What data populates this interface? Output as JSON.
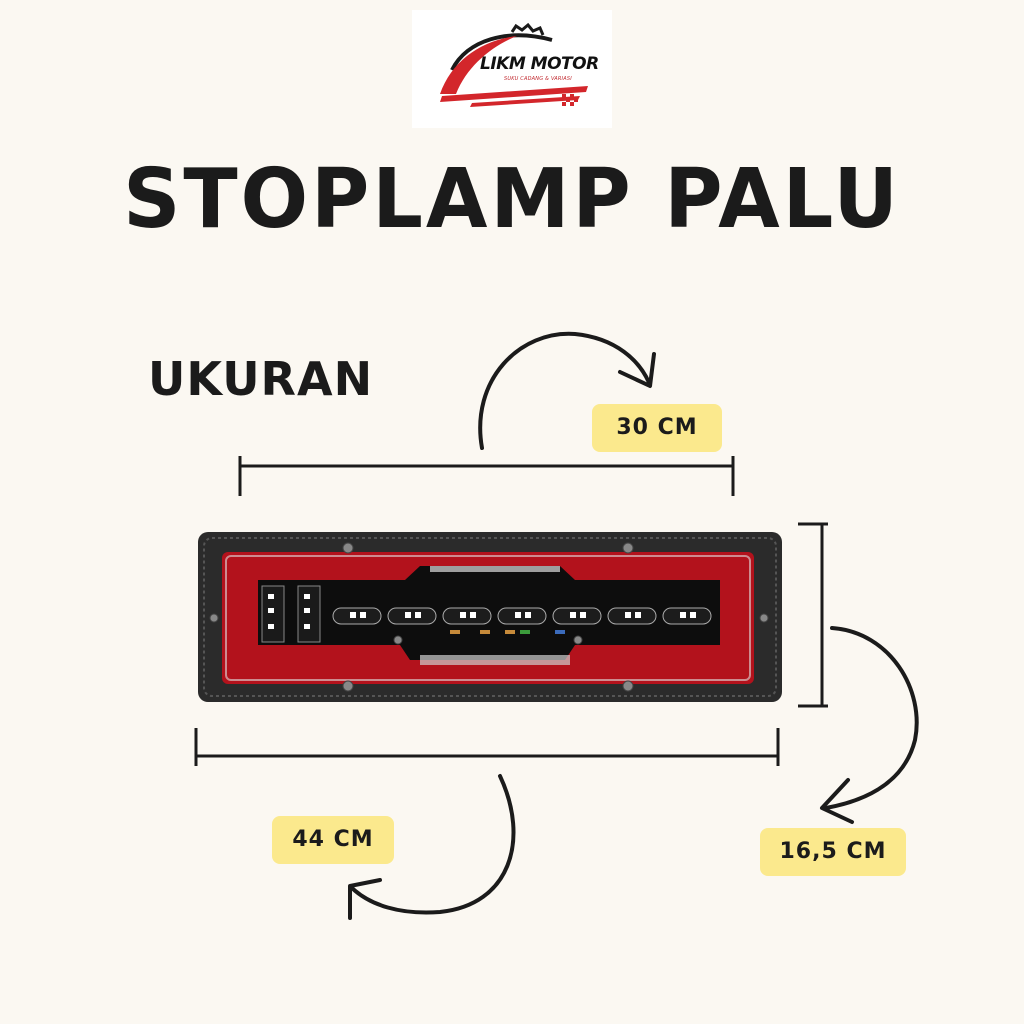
{
  "logo": {
    "name": "LIKM MOTOR",
    "tagline": "SUKU CADANG & VARIASI",
    "colors": {
      "red": "#d3262b",
      "dark": "#1a1a1a"
    }
  },
  "title": "STOPLAMP PALU",
  "section_label": "UKURAN",
  "dimensions": {
    "top_width": "30 CM",
    "bottom_width": "44 CM",
    "height": "16,5 CM"
  },
  "colors": {
    "background": "#fbf8f2",
    "label_bg": "#fbe98d",
    "text": "#1b1b1b",
    "lamp_red": "#b3121c",
    "lamp_housing": "#2a2a2a"
  },
  "icons": {
    "arrow_top": "curved-arrow-right-icon",
    "arrow_right": "curved-arrow-down-left-icon",
    "arrow_bottom": "curved-arrow-left-icon"
  }
}
